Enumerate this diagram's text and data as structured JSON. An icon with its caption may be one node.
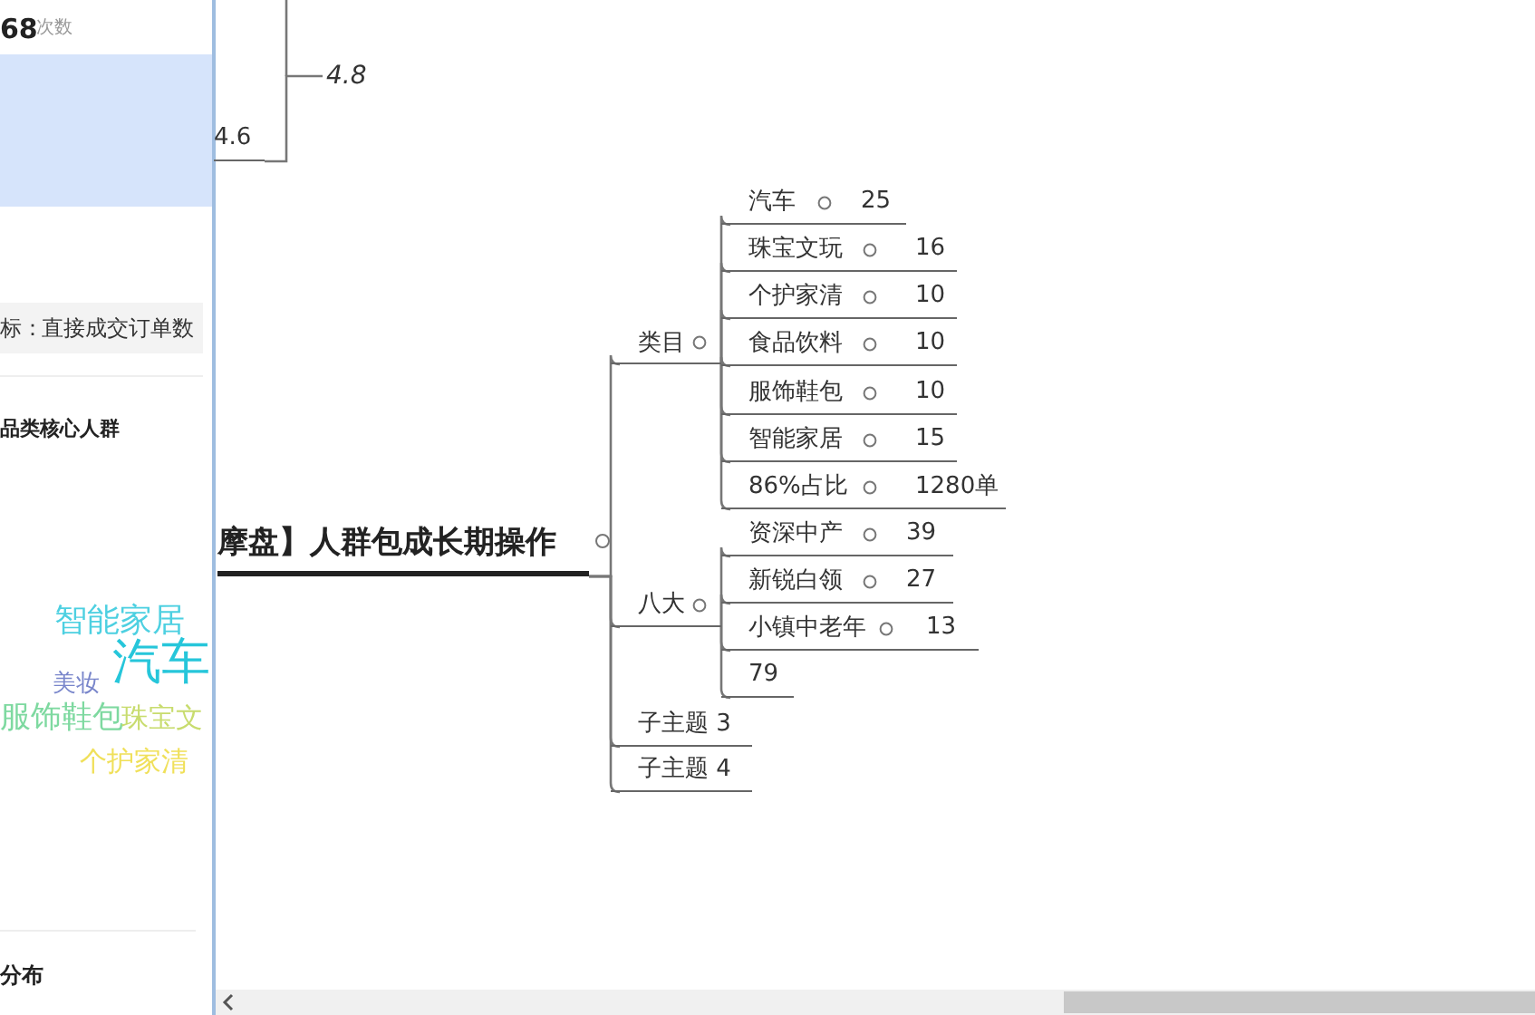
{
  "diagram": {
    "nodes": [
      {
        "text": [
          "4.8"
        ]
      },
      {
        "text": [
          "4.6"
        ]
      },
      {
        "text": [
          "摩盘】人群包成长期操作"
        ]
      },
      {
        "text": [
          "类目"
        ]
      },
      {
        "text": [
          "汽车",
          "25"
        ]
      },
      {
        "text": [
          "珠宝文玩",
          "16"
        ]
      },
      {
        "text": [
          "个护家清",
          "10"
        ]
      },
      {
        "text": [
          "食品饮料",
          "10"
        ]
      },
      {
        "text": [
          "服饰鞋包",
          "10"
        ]
      },
      {
        "text": [
          "智能家居",
          "15"
        ]
      },
      {
        "text": [
          "86%占比",
          "1280单"
        ]
      },
      {
        "text": [
          "八大"
        ]
      },
      {
        "text": [
          "资深中产",
          "39"
        ]
      },
      {
        "text": [
          "新锐白领",
          "27"
        ]
      },
      {
        "text": [
          "小镇中老年",
          "13"
        ]
      },
      {
        "text": [
          "79"
        ]
      },
      {
        "text": [
          "子主题 3"
        ]
      },
      {
        "text": [
          "子主题 4"
        ]
      }
    ],
    "edges": [
      {
        "from": 0,
        "to": 1,
        "arrow": "none"
      },
      {
        "from": 2,
        "to": 3,
        "arrow": "none"
      },
      {
        "from": 3,
        "to": 4,
        "arrow": "none"
      },
      {
        "from": 3,
        "to": 5,
        "arrow": "none"
      },
      {
        "from": 3,
        "to": 6,
        "arrow": "none"
      },
      {
        "from": 3,
        "to": 7,
        "arrow": "none"
      },
      {
        "from": 3,
        "to": 8,
        "arrow": "none"
      },
      {
        "from": 3,
        "to": 9,
        "arrow": "none"
      },
      {
        "from": 3,
        "to": 10,
        "arrow": "none"
      },
      {
        "from": 2,
        "to": 11,
        "arrow": "none"
      },
      {
        "from": 11,
        "to": 12,
        "arrow": "none"
      },
      {
        "from": 11,
        "to": 13,
        "arrow": "none"
      },
      {
        "from": 11,
        "to": 14,
        "arrow": "none"
      },
      {
        "from": 11,
        "to": 15,
        "arrow": "none"
      },
      {
        "from": 2,
        "to": 16,
        "arrow": "none"
      },
      {
        "from": 2,
        "to": 17,
        "arrow": "none"
      }
    ],
    "labels": [
      "68",
      "次数",
      "标：",
      "直接成交订单数",
      "品类核心人群",
      "智能家居",
      "汽车",
      "美妆",
      "服饰鞋包",
      "珠宝文",
      "个护家清",
      "分布"
    ]
  }
}
